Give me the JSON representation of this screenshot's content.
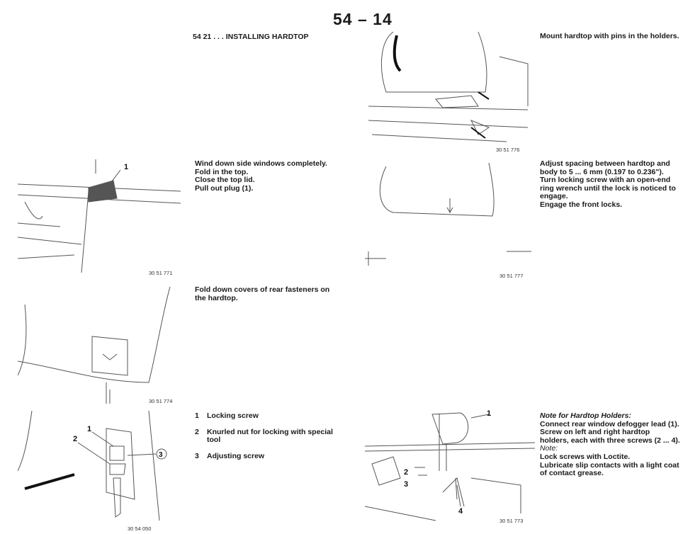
{
  "page": {
    "number": "54 – 14",
    "section": "54 21 . . . INSTALLING HARDTOP"
  },
  "steps": [
    {
      "figure": "30 51 776",
      "lines": [
        "Mount hardtop with pins in the holders."
      ]
    },
    {
      "figure": "30 51 771",
      "callouts": [
        "1"
      ],
      "lines": [
        "Wind down side windows completely.",
        "Fold in the top.",
        "Close the top lid.",
        "Pull out plug (1)."
      ]
    },
    {
      "figure": "30 51 777",
      "lines": [
        "Adjust spacing between hardtop and",
        "body to 5 ... 6 mm (0.197 to 0.236\").",
        "Turn locking screw with an open-end",
        "ring wrench until the lock is noticed to",
        "engage.",
        "Engage the front locks."
      ]
    },
    {
      "figure": "30 51 774",
      "lines": [
        "Fold down covers of rear fasteners on",
        "the hardtop."
      ]
    },
    {
      "figure": "30 54 050",
      "callouts": [
        "1",
        "2",
        "3"
      ],
      "legend": [
        {
          "n": "1",
          "lines": [
            "Locking screw"
          ]
        },
        {
          "n": "2",
          "lines": [
            "Knurled nut for locking with special",
            "tool"
          ]
        },
        {
          "n": "3",
          "lines": [
            "Adjusting screw"
          ]
        }
      ]
    },
    {
      "figure": "30 51 773",
      "callouts": [
        "1",
        "2",
        "3",
        "4"
      ],
      "note_title": "Note for Hardtop Holders:",
      "lines": [
        "Connect rear window defogger lead (1).",
        "Screw on left and right hardtop",
        "holders, each with three screws (2 ... 4)."
      ],
      "note2_title": "Note:",
      "lines2": [
        "Lock screws with Loctite.",
        "Lubricate slip contacts with a light coat",
        "of contact grease."
      ]
    }
  ]
}
